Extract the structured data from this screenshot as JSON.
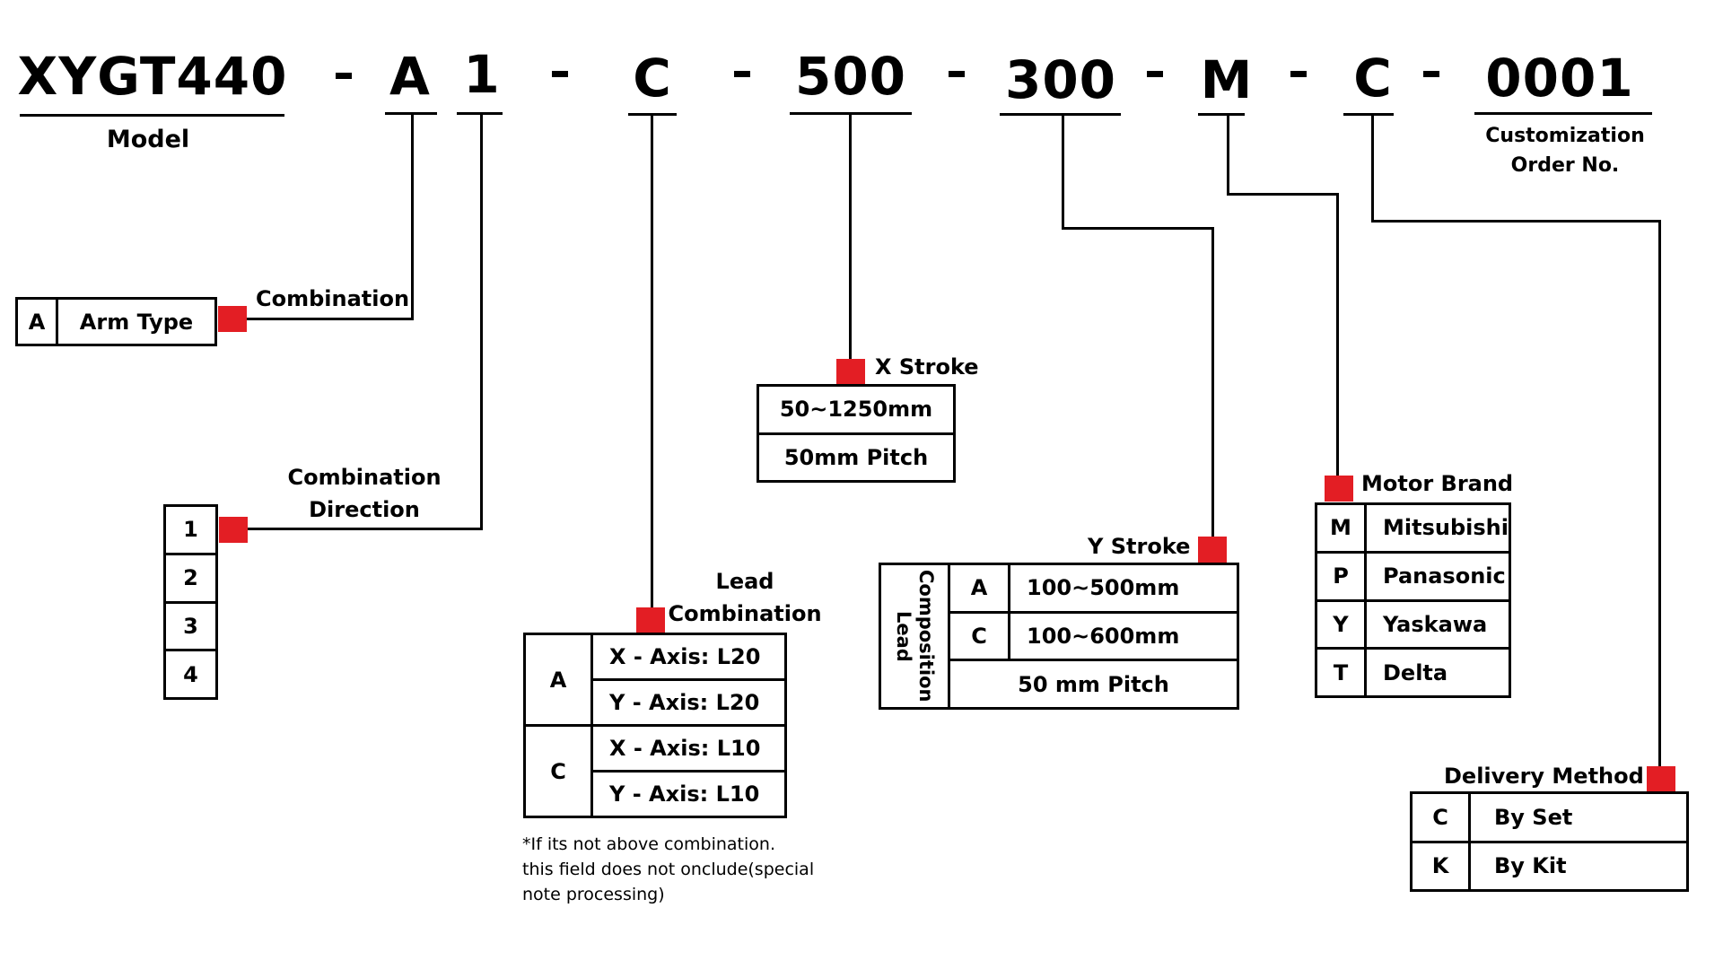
{
  "model_code": {
    "segments": [
      {
        "id": "model",
        "text": "XYGT440",
        "caption": "Model"
      },
      {
        "id": "arm-type",
        "text": "A"
      },
      {
        "id": "combination-direction",
        "text": "1"
      },
      {
        "id": "lead-combination",
        "text": "C"
      },
      {
        "id": "x-stroke",
        "text": "500"
      },
      {
        "id": "y-stroke",
        "text": "300"
      },
      {
        "id": "motor-brand",
        "text": "M"
      },
      {
        "id": "delivery-method",
        "text": "C"
      },
      {
        "id": "customization-order",
        "text": "0001",
        "caption_lines": [
          "Customization",
          "Order No."
        ]
      }
    ],
    "separator": "-"
  },
  "arm_type": {
    "title": "Combination",
    "rows": [
      {
        "code": "A",
        "desc": "Arm Type"
      }
    ]
  },
  "combination_direction": {
    "title_lines": [
      "Combination",
      "Direction"
    ],
    "options": [
      "1",
      "2",
      "3",
      "4"
    ]
  },
  "lead_combination": {
    "title_lines": [
      "Lead",
      "Combination"
    ],
    "groups": [
      {
        "code": "A",
        "rows": [
          "X - Axis: L20",
          "Y - Axis: L20"
        ]
      },
      {
        "code": "C",
        "rows": [
          "X - Axis: L10",
          "Y - Axis: L10"
        ]
      }
    ],
    "note_lines": [
      "*If its not above combination.",
      "this field does not onclude(special",
      "note processing)"
    ]
  },
  "x_stroke": {
    "title": "X Stroke",
    "rows": [
      "50~1250mm",
      "50mm Pitch"
    ]
  },
  "y_stroke": {
    "title": "Y Stroke",
    "side_label_lines": [
      "Lead",
      "Composition"
    ],
    "rows": [
      {
        "code": "A",
        "range": "100~500mm"
      },
      {
        "code": "C",
        "range": "100~600mm"
      }
    ],
    "pitch": "50 mm Pitch"
  },
  "motor_brand": {
    "title": "Motor Brand",
    "rows": [
      {
        "code": "M",
        "brand": "Mitsubishi"
      },
      {
        "code": "P",
        "brand": "Panasonic"
      },
      {
        "code": "Y",
        "brand": "Yaskawa"
      },
      {
        "code": "T",
        "brand": "Delta"
      }
    ]
  },
  "delivery_method": {
    "title": "Delivery Method",
    "rows": [
      {
        "code": "C",
        "desc": "By Set"
      },
      {
        "code": "K",
        "desc": "By Kit"
      }
    ]
  },
  "colors": {
    "marker": "#e31e24",
    "line": "#000000",
    "background": "#ffffff"
  }
}
